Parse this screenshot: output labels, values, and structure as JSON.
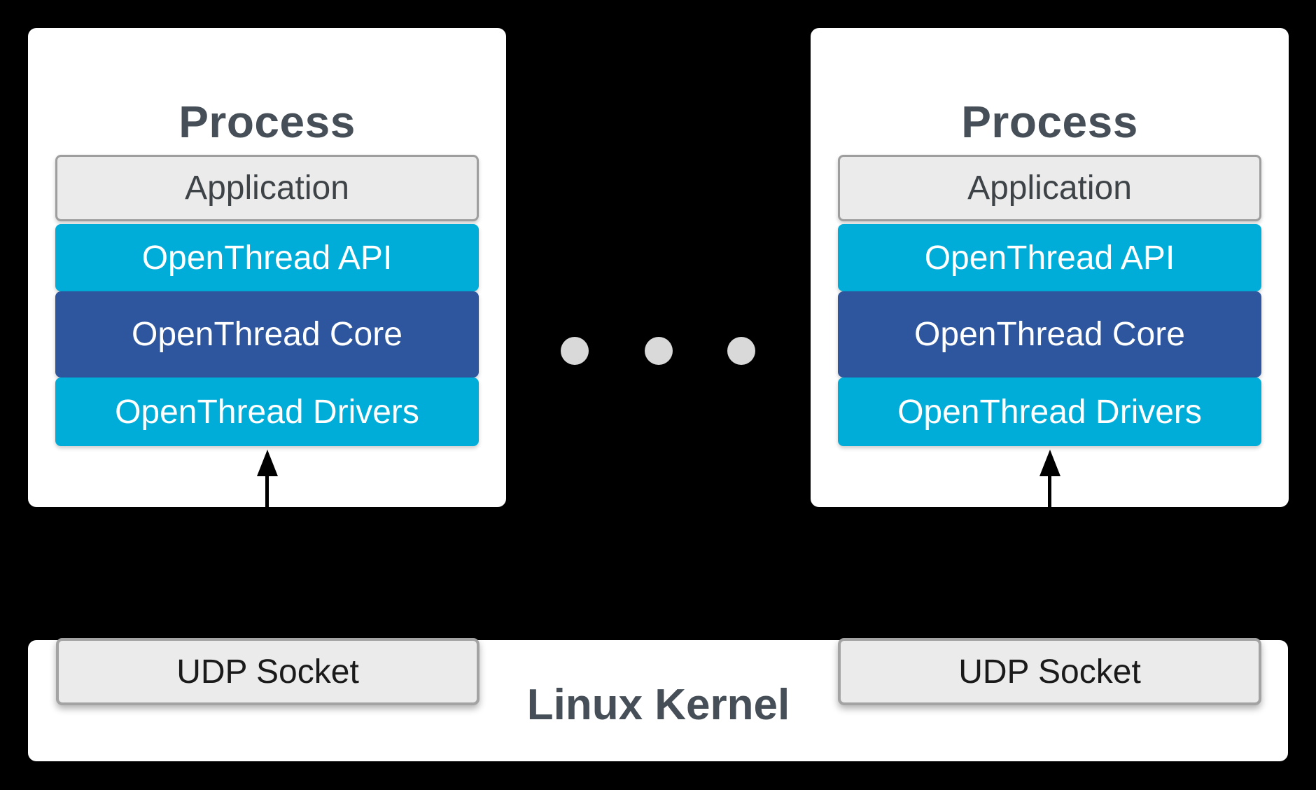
{
  "colors": {
    "background": "#000000",
    "card_fill": "#ffffff",
    "cyan_layer": "#00add8",
    "blue_layer": "#2e569e",
    "gray_layer_fill": "#ebebeb",
    "gray_layer_border": "#9e9e9e",
    "title_text": "#464f58",
    "layer_text_light": "#ffffff",
    "dot_fill": "#d9d9d9",
    "arrow": "#000000"
  },
  "processes": [
    {
      "title": "Process",
      "layers": [
        "Application",
        "OpenThread API",
        "OpenThread Core",
        "OpenThread Drivers"
      ]
    },
    {
      "title": "Process",
      "layers": [
        "Application",
        "OpenThread API",
        "OpenThread Core",
        "OpenThread Drivers"
      ]
    }
  ],
  "kernel": {
    "title": "Linux Kernel",
    "sockets": [
      {
        "label": "UDP Socket"
      },
      {
        "label": "UDP Socket"
      }
    ]
  }
}
